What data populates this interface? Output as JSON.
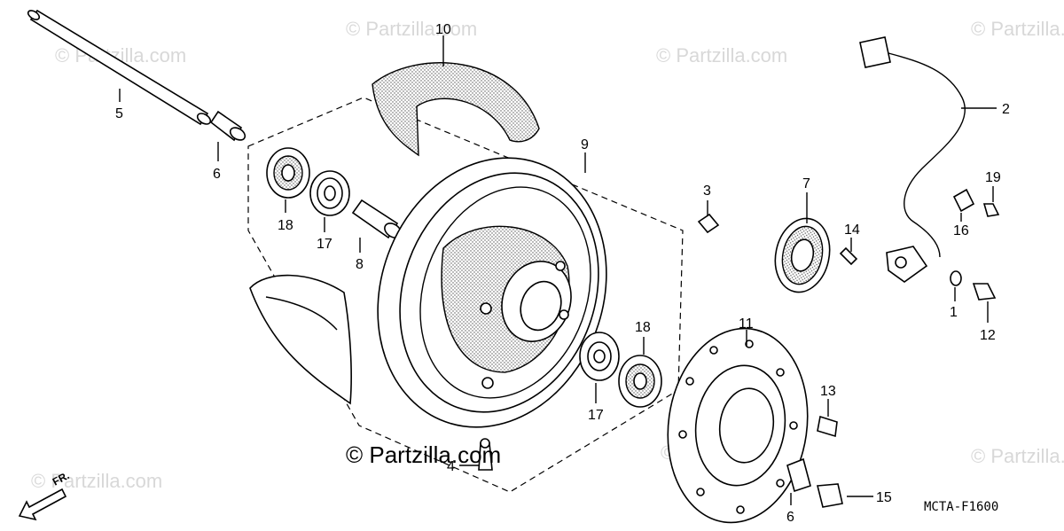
{
  "watermarks": {
    "text": "© Partzilla.com",
    "main": "© Partzilla.com"
  },
  "diagram_code": "MCTA-F1600",
  "direction_label": "FR.",
  "callouts": {
    "c1": "1",
    "c2": "2",
    "c3": "3",
    "c4": "4",
    "c5": "5",
    "c6a": "6",
    "c6b": "6",
    "c7": "7",
    "c8": "8",
    "c9": "9",
    "c10": "10",
    "c11": "11",
    "c12": "12",
    "c13": "13",
    "c14": "14",
    "c15": "15",
    "c16": "16",
    "c17a": "17",
    "c17b": "17",
    "c18a": "18",
    "c18b": "18",
    "c19": "19"
  }
}
